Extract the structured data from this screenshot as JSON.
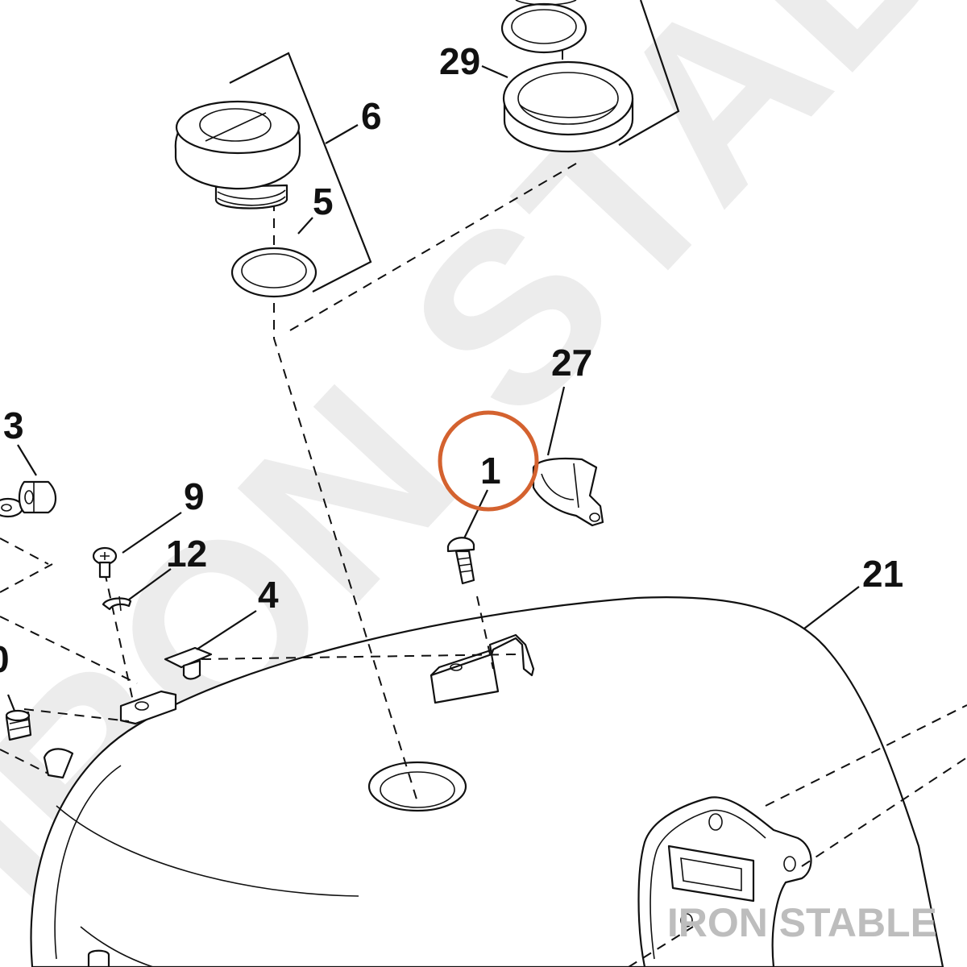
{
  "diagram": {
    "callouts": {
      "part_29": "29",
      "part_6": "6",
      "part_5": "5",
      "part_27": "27",
      "part_3": "3",
      "part_1": "1",
      "part_9": "9",
      "part_12": "12",
      "part_4": "4",
      "part_21": "21",
      "part_10_partial": "0"
    },
    "highlighted_callout": "1",
    "highlight_color": "#d4622f"
  },
  "watermark": {
    "large_text": "IRON STABLE",
    "corner_text": "IRON STABLE"
  }
}
